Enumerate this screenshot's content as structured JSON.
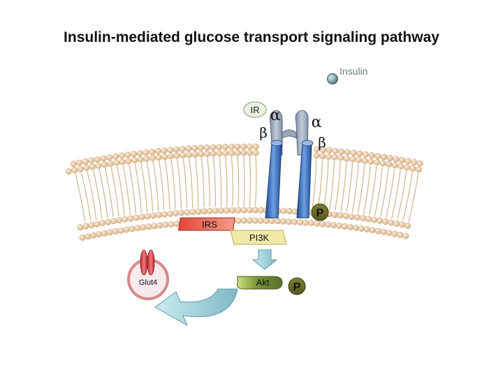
{
  "title": "Insulin-mediated glucose transport signaling pathway",
  "labels": {
    "insulin": "Insulin",
    "receptor": "IR",
    "alpha": "α",
    "beta": "β",
    "irs": "IRS",
    "pi3k": "PI3K",
    "akt": "Akt",
    "phospho": "P",
    "glut4": "Glut4"
  },
  "colors": {
    "membrane_head": "#e8c9a1",
    "receptor": "#2f64b4",
    "irs": "#e05a4a",
    "pi3k": "#f2e9a8",
    "akt": "#6f8a3c",
    "phospho": "#6b6e2a",
    "glut4": "#d9454c",
    "arrow": "#a9dbe4",
    "insulin": "#6a8d96"
  }
}
